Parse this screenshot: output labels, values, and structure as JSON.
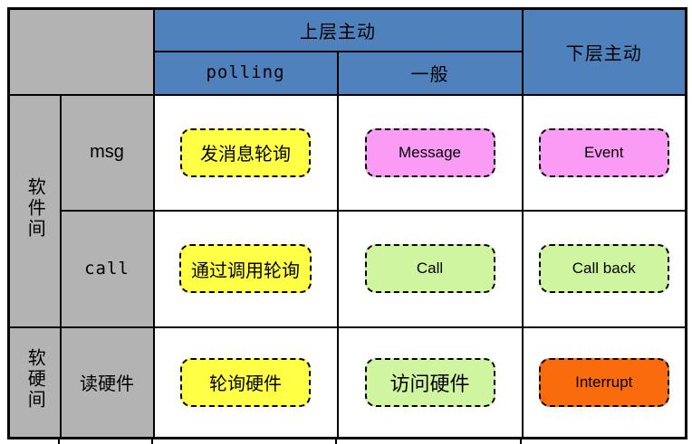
{
  "header": {
    "upper_active": "上层主动",
    "lower_active": "下层主动",
    "polling": "polling",
    "general": "一般"
  },
  "row_groups": {
    "software": "软件间",
    "software_hardware": "软硬间"
  },
  "rows": [
    {
      "label": "msg",
      "cells": [
        {
          "text": "发消息轮询",
          "color": "#FFFF45"
        },
        {
          "text": "Message",
          "color": "#FA9BF5"
        },
        {
          "text": "Event",
          "color": "#FA9BF5"
        }
      ]
    },
    {
      "label": "call",
      "cells": [
        {
          "text": "通过调用轮询",
          "color": "#FFFF45"
        },
        {
          "text": "Call",
          "color": "#CFF5A0"
        },
        {
          "text": "Call back",
          "color": "#CFF5A0"
        }
      ]
    },
    {
      "label": "读硬件",
      "cells": [
        {
          "text": "轮询硬件",
          "color": "#FFFF45"
        },
        {
          "text": "访问硬件",
          "color": "#CFF5A0"
        },
        {
          "text": "Interrupt",
          "color": "#FA6B0E"
        }
      ]
    }
  ],
  "colors": {
    "header_blue": "#4F81BD",
    "label_gray": "#B3B3B3",
    "box_yellow": "#FFFF45",
    "box_pink": "#FA9BF5",
    "box_green": "#CFF5A0",
    "box_orange": "#FA6B0E",
    "grid_line": "#000000"
  }
}
